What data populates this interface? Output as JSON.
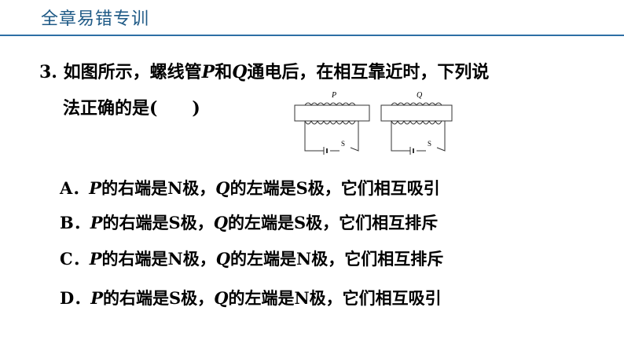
{
  "header": {
    "title": "全章易错专训"
  },
  "question": {
    "number": "3.",
    "line1_a": "如图所示，螺线管",
    "P": "P",
    "line1_b": "和",
    "Q": "Q",
    "line1_c": "通电后，在相互靠近时，下列说",
    "line2": "法正确的是(　　)"
  },
  "diagram": {
    "label_p": "P",
    "label_q": "Q",
    "switch_p": "S",
    "switch_q": "S"
  },
  "options": [
    {
      "letter": "A．",
      "p": "P",
      "t1": "的右端是N极，",
      "q": "Q",
      "t2": "的左端是S极，它们相互吸引"
    },
    {
      "letter": "B．",
      "p": "P",
      "t1": "的右端是S极，",
      "q": "Q",
      "t2": "的左端是S极，它们相互排斥"
    },
    {
      "letter": "C．",
      "p": "P",
      "t1": "的右端是N极，",
      "q": "Q",
      "t2": "的左端是N极，它们相互排斥"
    },
    {
      "letter": "D．",
      "p": "P",
      "t1": "的右端是S极，",
      "q": "Q",
      "t2": "的左端是N极，它们相互吸引"
    }
  ]
}
